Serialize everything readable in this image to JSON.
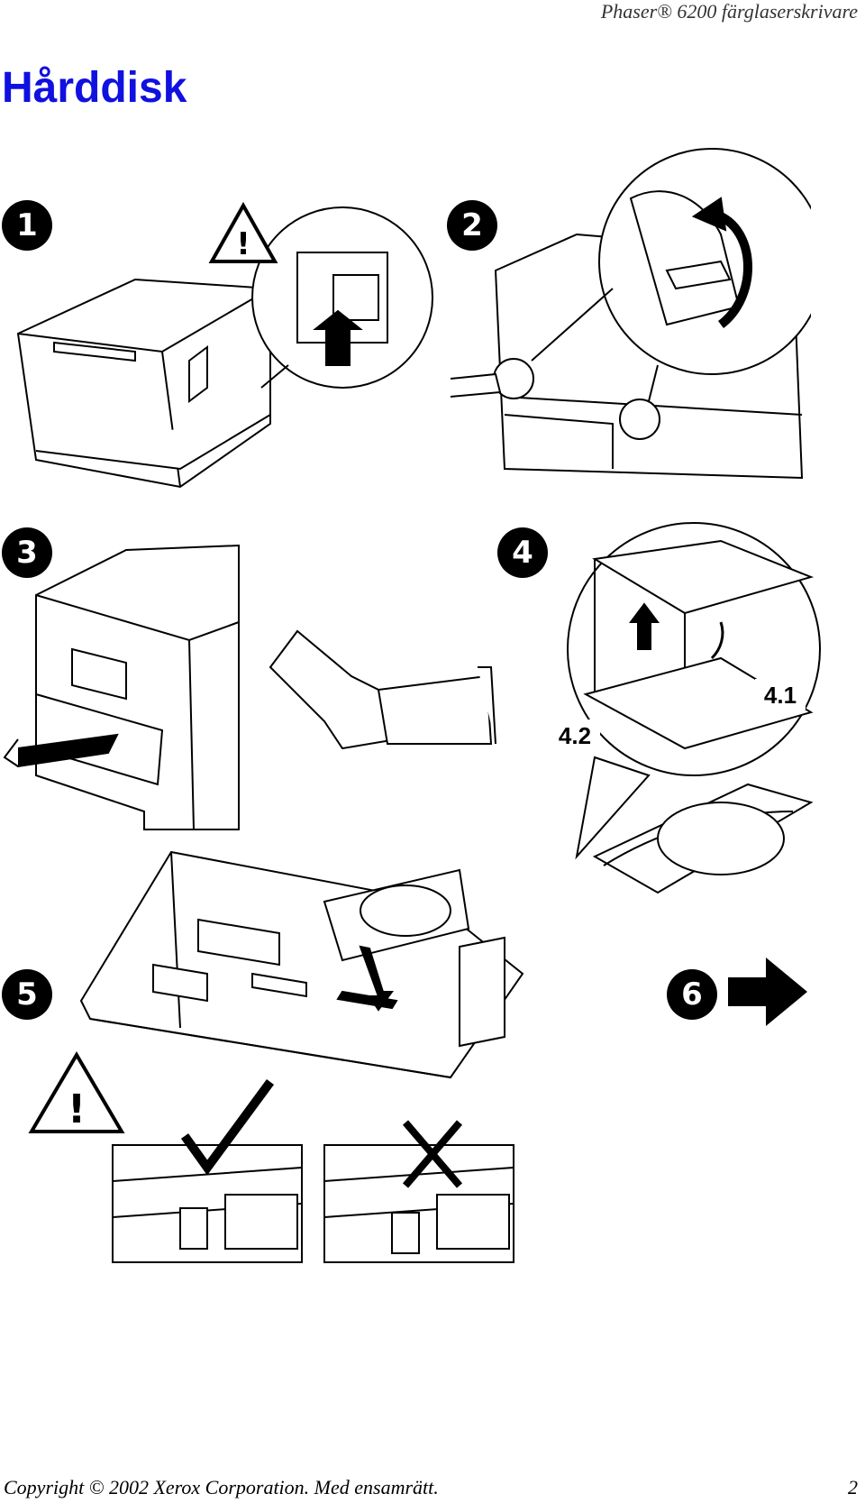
{
  "header": {
    "doc_title": "Phaser® 6200 färglaserskrivare"
  },
  "page": {
    "title": "Hårddisk"
  },
  "steps": {
    "s1": "1",
    "s2": "2",
    "s3": "3",
    "s4": "4",
    "s5": "5",
    "s6": "6"
  },
  "callouts": {
    "c41": "4.1",
    "c42": "4.2"
  },
  "warning_glyph": "!",
  "footer": {
    "copyright": "Copyright © 2002 Xerox Corporation. Med ensamrätt.",
    "page_number": "2"
  }
}
